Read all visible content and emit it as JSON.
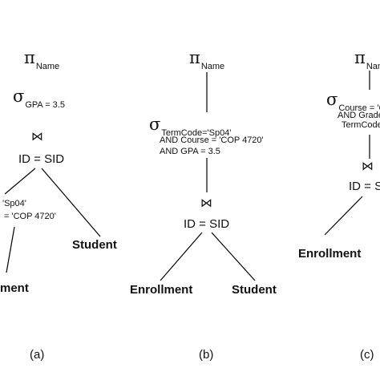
{
  "projection": {
    "symbol": "π",
    "attr": "Name",
    "attr_clipped": "Nam"
  },
  "selection_symbol": "σ",
  "join_symbol": "⋈",
  "join_condition": "ID = SID",
  "join_condition_clipped": "ID = S",
  "relations": {
    "enrollment": "Enrollment",
    "enrollment_clipped": "ment",
    "student": "Student"
  },
  "tree_a": {
    "selection_cond": "GPA = 3.5",
    "lower_cond_line1": "'Sp04'",
    "lower_cond_line2": "= 'COP 4720'",
    "caption": "(a)"
  },
  "tree_b": {
    "selection_cond_line1": "TermCode='Sp04'",
    "selection_cond_line2": "AND Course = 'COP 4720'",
    "selection_cond_line3": "AND GPA = 3.5",
    "caption": "(b)"
  },
  "tree_c": {
    "selection_cond_line1": "Course = 'C",
    "selection_cond_line2": "AND Grade",
    "selection_cond_line3": "TermCode",
    "caption": "(c)"
  }
}
